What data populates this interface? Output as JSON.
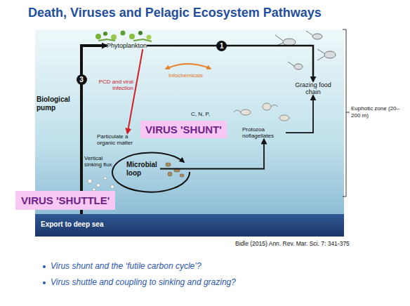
{
  "diagram": {
    "title": "Death, Viruses and Pelagic Ecosystem Pathways",
    "nodes": [
      {
        "text": [
          "Phytoplankton"
        ]
      },
      {
        "text": [
          "Grazing food chain"
        ]
      },
      {
        "text": [
          "Particulate a organic matter"
        ]
      },
      {
        "text": [
          "Microbial loop"
        ]
      },
      {
        "text": [
          "Protozoa noflagellates"
        ]
      },
      {
        "text": [
          "Export to deep sea"
        ]
      },
      {
        "text": [
          "VIRUS 'SHUNT'"
        ]
      },
      {
        "text": [
          "VIRUS 'SHUTTLE'"
        ]
      }
    ],
    "edges": [
      {
        "from": 0,
        "to": 1,
        "label": "1",
        "arrow": "to"
      },
      {
        "from": 0,
        "to": 2,
        "arrow": "to"
      },
      {
        "from": 3,
        "to": 4,
        "arrow": "to"
      },
      {
        "from": 4,
        "to": 1,
        "arrow": "to"
      },
      {
        "from": 5,
        "to": 0,
        "label": "3",
        "arrow": "to"
      }
    ],
    "labels": [
      "Infochemicals",
      "PCD and viral infection",
      "Biological pump",
      "C, N, P,",
      "Vertical sinking flux",
      "Euphotic zone (20–200 m)",
      "Bidle (2015) Ann. Rev. Mar. Sci. 7: 341-375",
      "Virus shunt and the ‘futile carbon cycle’?",
      "Virus shuttle and coupling to sinking and grazing?"
    ]
  }
}
